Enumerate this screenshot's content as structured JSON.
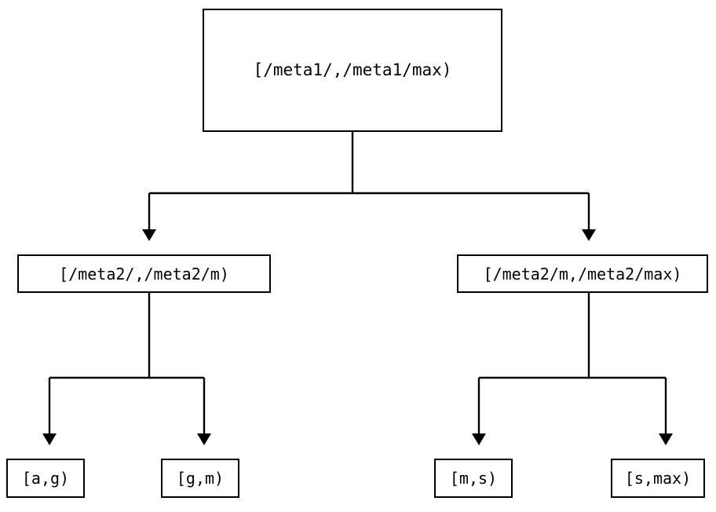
{
  "diagram": {
    "type": "tree",
    "title": "",
    "orientation": "top-down",
    "background_color": "#ffffff",
    "line_color": "#000000",
    "text_color": "#000000",
    "box_border_color": "#000000",
    "box_fill_color": "#ffffff",
    "edge_style": "orthogonal-with-arrowheads",
    "arrowhead_style": "filled-triangle-down",
    "levels": 3,
    "nodes": {
      "root": {
        "label": "[/meta1/,/meta1/max)",
        "level": 0
      },
      "mid_left": {
        "label": "[/meta2/,/meta2/m)",
        "level": 1
      },
      "mid_right": {
        "label": "[/meta2/m,/meta2/max)",
        "level": 1
      },
      "leaves": [
        {
          "label": "[a,g)",
          "level": 2,
          "parent": "mid_left"
        },
        {
          "label": "[g,m)",
          "level": 2,
          "parent": "mid_left"
        },
        {
          "label": "[m,s)",
          "level": 2,
          "parent": "mid_right"
        },
        {
          "label": "[s,max)",
          "level": 2,
          "parent": "mid_right"
        }
      ]
    },
    "edges": [
      {
        "from": "root",
        "to": "mid_left"
      },
      {
        "from": "root",
        "to": "mid_right"
      },
      {
        "from": "mid_left",
        "to": "leaf-0"
      },
      {
        "from": "mid_left",
        "to": "leaf-1"
      },
      {
        "from": "mid_right",
        "to": "leaf-2"
      },
      {
        "from": "mid_right",
        "to": "leaf-3"
      }
    ]
  }
}
